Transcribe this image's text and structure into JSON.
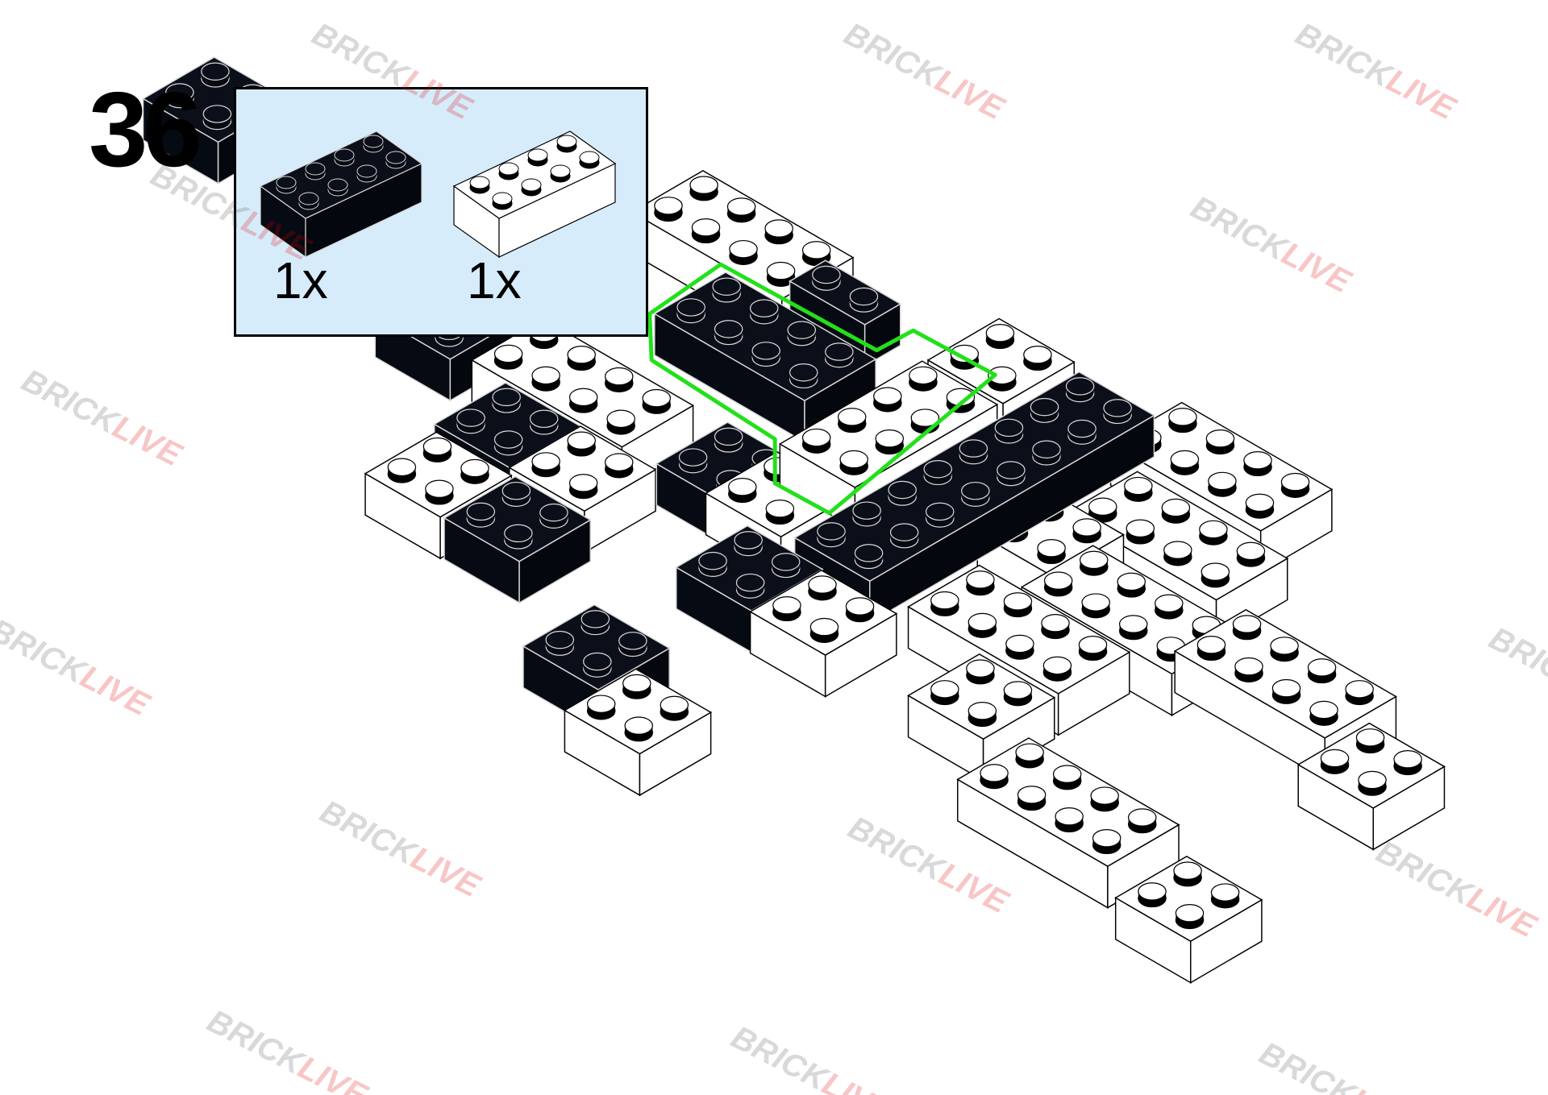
{
  "step": {
    "number": "36"
  },
  "parts": [
    {
      "qty": "1x",
      "color": "#050a14"
    },
    {
      "qty": "1x",
      "color": "#ffffff"
    }
  ],
  "highlight_color": "#22e01a",
  "watermark": {
    "brand_a": "BRICK",
    "brand_b": "LIVE"
  }
}
